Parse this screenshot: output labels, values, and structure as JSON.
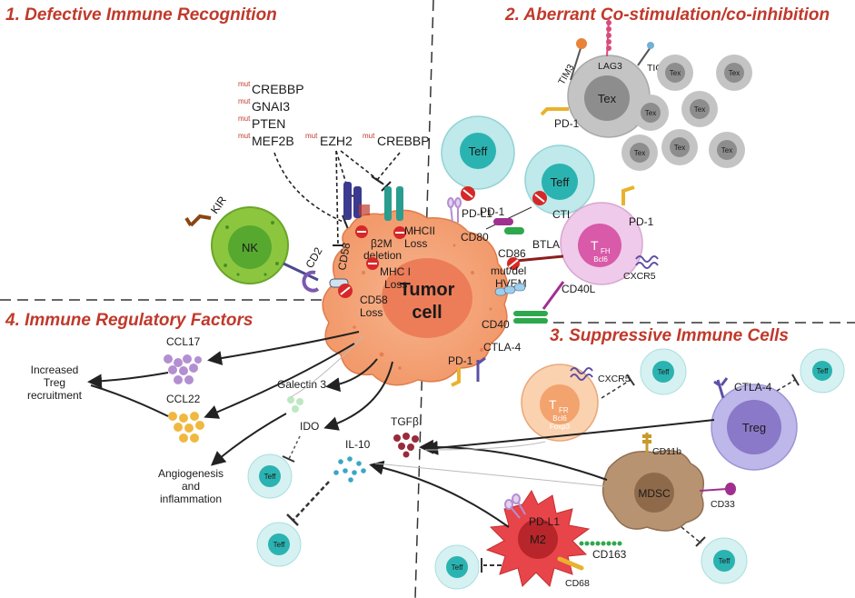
{
  "quadrants": {
    "q1_title": "1. Defective Immune Recognition",
    "q2_title": "2. Aberrant Co-stimulation/co-inhibition",
    "q3_title": "3. Suppressive Immune Cells",
    "q4_title": "4. Immune Regulatory Factors"
  },
  "mut_prefix": "mut",
  "genes": {
    "g1": "CREBBP",
    "g2": "GNAI3",
    "g3": "PTEN",
    "g4": "MEF2B",
    "ezh2": "EZH2",
    "crebbp2": "CREBBP"
  },
  "tumor": {
    "line1": "Tumor",
    "line2": "cell",
    "b2m_1": "β2M",
    "b2m_2": "deletion",
    "mhc1_1": "MHC I",
    "mhc1_2": "Loss",
    "mhc2_1": "MHCII",
    "mhc2_2": "Loss",
    "cd58_1": "CD58",
    "cd58_2": "Loss",
    "cd58": "CD58"
  },
  "nk": {
    "label": "NK",
    "kir": "KIR",
    "cd2": "CD2"
  },
  "q2": {
    "teff": "Teff",
    "pd1": "PD-1",
    "pdl1": "PD-L1",
    "ctla4": "CTLA-4",
    "cd80": "CD80",
    "cd86": "CD86",
    "btla": "BTLA",
    "hvem_1": "mut/del",
    "hvem_2": "HVEM",
    "cd40": "CD40",
    "cd40l": "CD40L",
    "cxcr5": "CXCR5",
    "tfh_main": "T",
    "tfh_sub": "FH",
    "bcl6": "Bcl6",
    "tex": "Tex",
    "tim3": "TIM3",
    "lag3": "LAG3",
    "tigit": "TIGIT",
    "tumor_pd1": "PD-1",
    "tumor_ctla4": "CTLA-4"
  },
  "q3": {
    "tfr_main": "T",
    "tfr_sub": "FR",
    "bcl6": "Bcl6",
    "foxp3": "Foxp3",
    "cxcr5": "CXCR5",
    "treg": "Treg",
    "ctla4": "CTLA-4",
    "mdsc": "MDSC",
    "cd11b": "CD11b",
    "cd33": "CD33",
    "m2": "M2",
    "pdl1": "PD-L1",
    "cd163": "CD163",
    "cd68": "CD68",
    "teff": "Teff"
  },
  "q4": {
    "ccl17": "CCL17",
    "ccl22": "CCL22",
    "treg_1": "Increased",
    "treg_2": "Treg",
    "treg_3": "recruitment",
    "galectin": "Galectin 3",
    "ido": "IDO",
    "tgfb": "TGFβ",
    "il10": "IL-10",
    "angio_1": "Angiogenesis",
    "angio_2": "and",
    "angio_3": "inflammation",
    "teff": "Teff"
  },
  "colors": {
    "title_red": "#c0392b",
    "tumor_orange": "#f4a57a",
    "nk_green": "#8cc63f",
    "teff_cyan": "#bfe9ea",
    "tfh_pink": "#e8b6e0",
    "treg_purple": "#8a78c8",
    "mdsc_brown": "#b08d6a",
    "m2_red": "#e8454a",
    "tex_gray": "#9e9e9e"
  }
}
